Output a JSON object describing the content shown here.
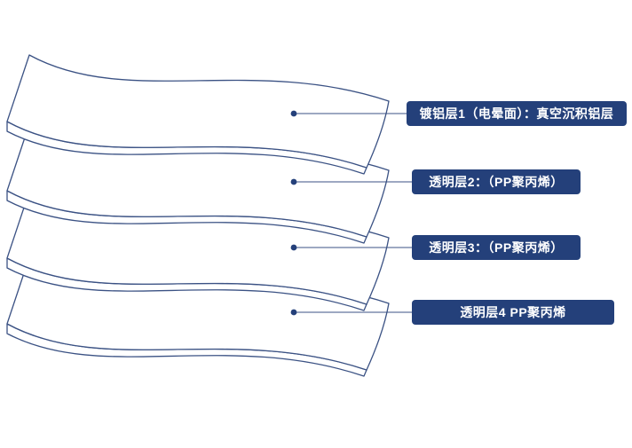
{
  "diagram": {
    "title": "film-layer-structure",
    "colors": {
      "accent": "#24407a",
      "stroke": "#3b5284",
      "background": "#ffffff"
    },
    "layers": [
      {
        "label": "镀铝层1（电晕面）：真空沉积铝层"
      },
      {
        "label": "透明层2：（PP聚丙烯）"
      },
      {
        "label": "透明层3：（PP聚丙烯）"
      },
      {
        "label": "透明层4  PP聚丙烯"
      }
    ]
  }
}
